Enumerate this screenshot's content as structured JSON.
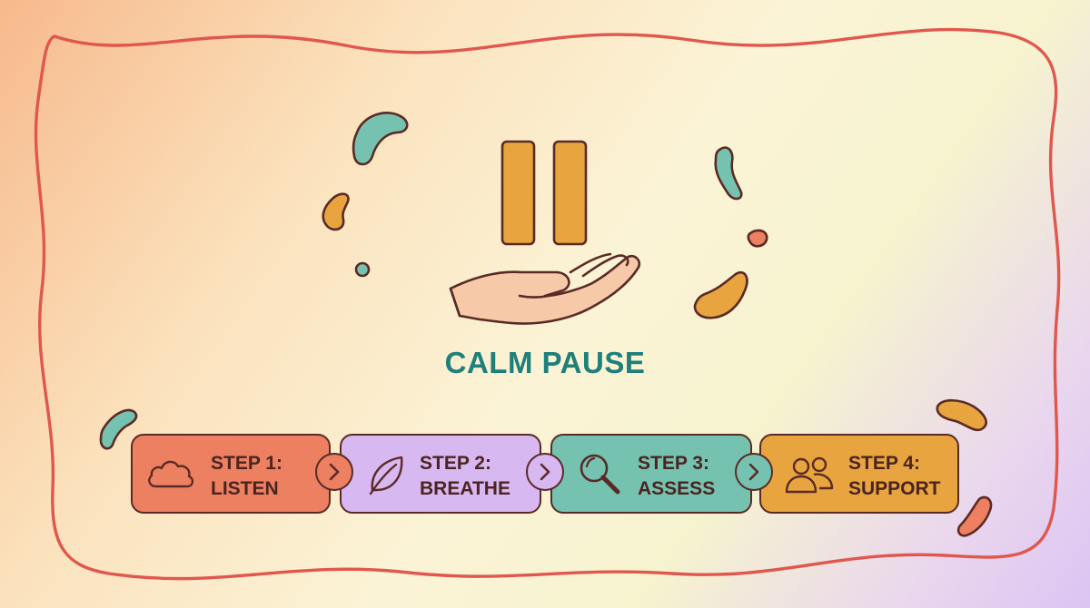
{
  "title": "CALM PAUSE",
  "colors": {
    "frame": "#e0574d",
    "title": "#1f7f7a",
    "outline": "#5a2a26",
    "teal": "#76c2b0",
    "amber": "#e8a43e",
    "coral": "#ec8061",
    "lavender": "#d8b8f0",
    "skin": "#f6c9a8"
  },
  "steps": [
    {
      "line1": "STEP 1:",
      "line2": "LISTEN",
      "icon": "cloud-icon",
      "color": "#ec8061"
    },
    {
      "line1": "STEP 2:",
      "line2": "BREATHE",
      "icon": "leaf-icon",
      "color": "#d8b8f0"
    },
    {
      "line1": "STEP 3:",
      "line2": "ASSESS",
      "icon": "magnifier-icon",
      "color": "#76c2b0"
    },
    {
      "line1": "STEP 4:",
      "line2": "SUPPORT",
      "icon": "people-icon",
      "color": "#e8a43e"
    }
  ],
  "icons": [
    "pause-icon",
    "open-hand-icon",
    "chevron-right-icon"
  ]
}
